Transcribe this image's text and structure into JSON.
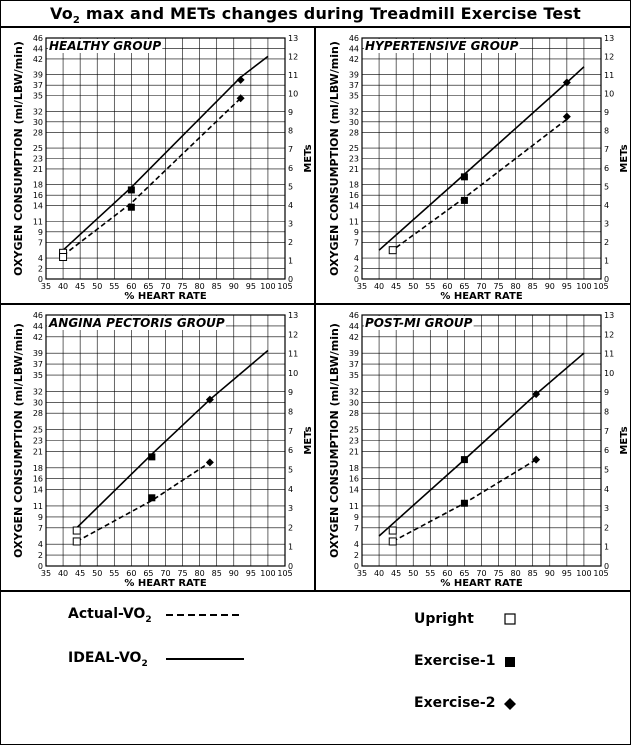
{
  "title_main": "Vo",
  "title_sub": "2",
  "title_rest": " max and METs changes during Treadmill Exercise Test",
  "legend": {
    "actual": "Actual-VO",
    "actual_sub": "2",
    "ideal": "IDEAL-VO",
    "ideal_sub": "2",
    "upright": "Upright",
    "exercise1": "Exercise-1",
    "exercise2": "Exercise-2"
  },
  "chart_data": [
    {
      "type": "line",
      "panel_title": "HEALTHY GROUP",
      "xlabel": "% HEART RATE",
      "ylabel": "OXYGEN CONSUMPTION (ml/LBW/min)",
      "y2label": "METs",
      "xlim": [
        35,
        105
      ],
      "ylim": [
        0,
        46
      ],
      "y2lim": [
        0,
        13
      ],
      "xticks": [
        35,
        40,
        45,
        50,
        55,
        60,
        65,
        70,
        75,
        80,
        85,
        90,
        95,
        100,
        105
      ],
      "yticks": [
        0,
        2,
        4,
        7,
        9,
        11,
        14,
        16,
        18,
        21,
        23,
        25,
        28,
        30,
        32,
        35,
        37,
        39,
        42,
        44,
        46
      ],
      "y2ticks": [
        0,
        1,
        2,
        3,
        4,
        5,
        6,
        7,
        8,
        9,
        10,
        11,
        12,
        13
      ],
      "series": [
        {
          "name": "IDEAL-VO2",
          "style": "solid",
          "x": [
            40,
            60,
            92,
            100
          ],
          "y": [
            5.5,
            17.5,
            38.5,
            42.5
          ]
        },
        {
          "name": "Actual-VO2",
          "style": "dashed",
          "x": [
            40,
            60,
            92
          ],
          "y": [
            4.5,
            14.5,
            34.5
          ]
        }
      ],
      "points": [
        {
          "kind": "upright",
          "x": 40,
          "y": 5.0
        },
        {
          "kind": "upright",
          "x": 40,
          "y": 4.2
        },
        {
          "kind": "exercise1",
          "x": 60,
          "y": 17.0
        },
        {
          "kind": "exercise1",
          "x": 60,
          "y": 13.7
        },
        {
          "kind": "exercise2",
          "x": 92,
          "y": 38.0
        },
        {
          "kind": "exercise2",
          "x": 92,
          "y": 34.5
        }
      ]
    },
    {
      "type": "line",
      "panel_title": "HYPERTENSIVE GROUP",
      "xlabel": "% HEART RATE",
      "ylabel": "OXYGEN CONSUMPTION (ml/LBW/min)",
      "y2label": "METs",
      "xlim": [
        35,
        105
      ],
      "ylim": [
        0,
        46
      ],
      "y2lim": [
        0,
        13
      ],
      "xticks": [
        35,
        40,
        45,
        50,
        55,
        60,
        65,
        70,
        75,
        80,
        85,
        90,
        95,
        100,
        105
      ],
      "yticks": [
        0,
        2,
        4,
        7,
        9,
        11,
        14,
        16,
        18,
        21,
        23,
        25,
        28,
        30,
        32,
        35,
        37,
        39,
        42,
        44,
        46
      ],
      "y2ticks": [
        0,
        1,
        2,
        3,
        4,
        5,
        6,
        7,
        8,
        9,
        10,
        11,
        12,
        13
      ],
      "series": [
        {
          "name": "IDEAL-VO2",
          "style": "solid",
          "x": [
            40,
            65,
            95,
            100
          ],
          "y": [
            5.5,
            20.0,
            37.5,
            40.5
          ]
        },
        {
          "name": "Actual-VO2",
          "style": "dashed",
          "x": [
            45,
            65,
            95
          ],
          "y": [
            6.0,
            15.5,
            30.5
          ]
        }
      ],
      "points": [
        {
          "kind": "upright",
          "x": 44,
          "y": 5.5
        },
        {
          "kind": "exercise1",
          "x": 65,
          "y": 19.5
        },
        {
          "kind": "exercise1",
          "x": 65,
          "y": 15.0
        },
        {
          "kind": "exercise2",
          "x": 95,
          "y": 37.5
        },
        {
          "kind": "exercise2",
          "x": 95,
          "y": 31.0
        }
      ]
    },
    {
      "type": "line",
      "panel_title": "ANGINA PECTORIS GROUP",
      "xlabel": "% HEART RATE",
      "ylabel": "OXYGEN CONSUMPTION (ml/LBW/min)",
      "y2label": "METs",
      "xlim": [
        35,
        105
      ],
      "ylim": [
        0,
        46
      ],
      "y2lim": [
        0,
        13
      ],
      "xticks": [
        35,
        40,
        45,
        50,
        55,
        60,
        65,
        70,
        75,
        80,
        85,
        90,
        95,
        100,
        105
      ],
      "yticks": [
        0,
        2,
        4,
        7,
        9,
        11,
        14,
        16,
        18,
        21,
        23,
        25,
        28,
        30,
        32,
        35,
        37,
        39,
        42,
        44,
        46
      ],
      "y2ticks": [
        0,
        1,
        2,
        3,
        4,
        5,
        6,
        7,
        8,
        9,
        10,
        11,
        12,
        13
      ],
      "series": [
        {
          "name": "IDEAL-VO2",
          "style": "solid",
          "x": [
            44,
            66,
            83,
            100
          ],
          "y": [
            7.0,
            20.5,
            30.5,
            39.5
          ]
        },
        {
          "name": "Actual-VO2",
          "style": "dashed",
          "x": [
            44,
            66,
            83
          ],
          "y": [
            4.5,
            12.0,
            19.0
          ]
        }
      ],
      "points": [
        {
          "kind": "upright",
          "x": 44,
          "y": 6.5
        },
        {
          "kind": "upright",
          "x": 44,
          "y": 4.5
        },
        {
          "kind": "exercise1",
          "x": 66,
          "y": 20.0
        },
        {
          "kind": "exercise1",
          "x": 66,
          "y": 12.5
        },
        {
          "kind": "exercise2",
          "x": 83,
          "y": 30.5
        },
        {
          "kind": "exercise2",
          "x": 83,
          "y": 19.0
        }
      ]
    },
    {
      "type": "line",
      "panel_title": "POST-MI GROUP",
      "xlabel": "% HEART RATE",
      "ylabel": "OXYGEN CONSUMPTION (ml/LBW/min)",
      "y2label": "METs",
      "xlim": [
        35,
        105
      ],
      "ylim": [
        0,
        46
      ],
      "y2lim": [
        0,
        13
      ],
      "xticks": [
        35,
        40,
        45,
        50,
        55,
        60,
        65,
        70,
        75,
        80,
        85,
        90,
        95,
        100,
        105
      ],
      "yticks": [
        0,
        2,
        4,
        7,
        9,
        11,
        14,
        16,
        18,
        21,
        23,
        25,
        28,
        30,
        32,
        35,
        37,
        39,
        42,
        44,
        46
      ],
      "y2ticks": [
        0,
        1,
        2,
        3,
        4,
        5,
        6,
        7,
        8,
        9,
        10,
        11,
        12,
        13
      ],
      "series": [
        {
          "name": "IDEAL-VO2",
          "style": "solid",
          "x": [
            40,
            65,
            86,
            100
          ],
          "y": [
            5.5,
            19.5,
            31.5,
            39.0
          ]
        },
        {
          "name": "Actual-VO2",
          "style": "dashed",
          "x": [
            44,
            65,
            86
          ],
          "y": [
            4.5,
            11.5,
            19.5
          ]
        }
      ],
      "points": [
        {
          "kind": "upright",
          "x": 44,
          "y": 6.5
        },
        {
          "kind": "upright",
          "x": 44,
          "y": 4.5
        },
        {
          "kind": "exercise1",
          "x": 65,
          "y": 19.5
        },
        {
          "kind": "exercise1",
          "x": 65,
          "y": 11.5
        },
        {
          "kind": "exercise2",
          "x": 86,
          "y": 31.5
        },
        {
          "kind": "exercise2",
          "x": 86,
          "y": 19.5
        }
      ]
    }
  ]
}
